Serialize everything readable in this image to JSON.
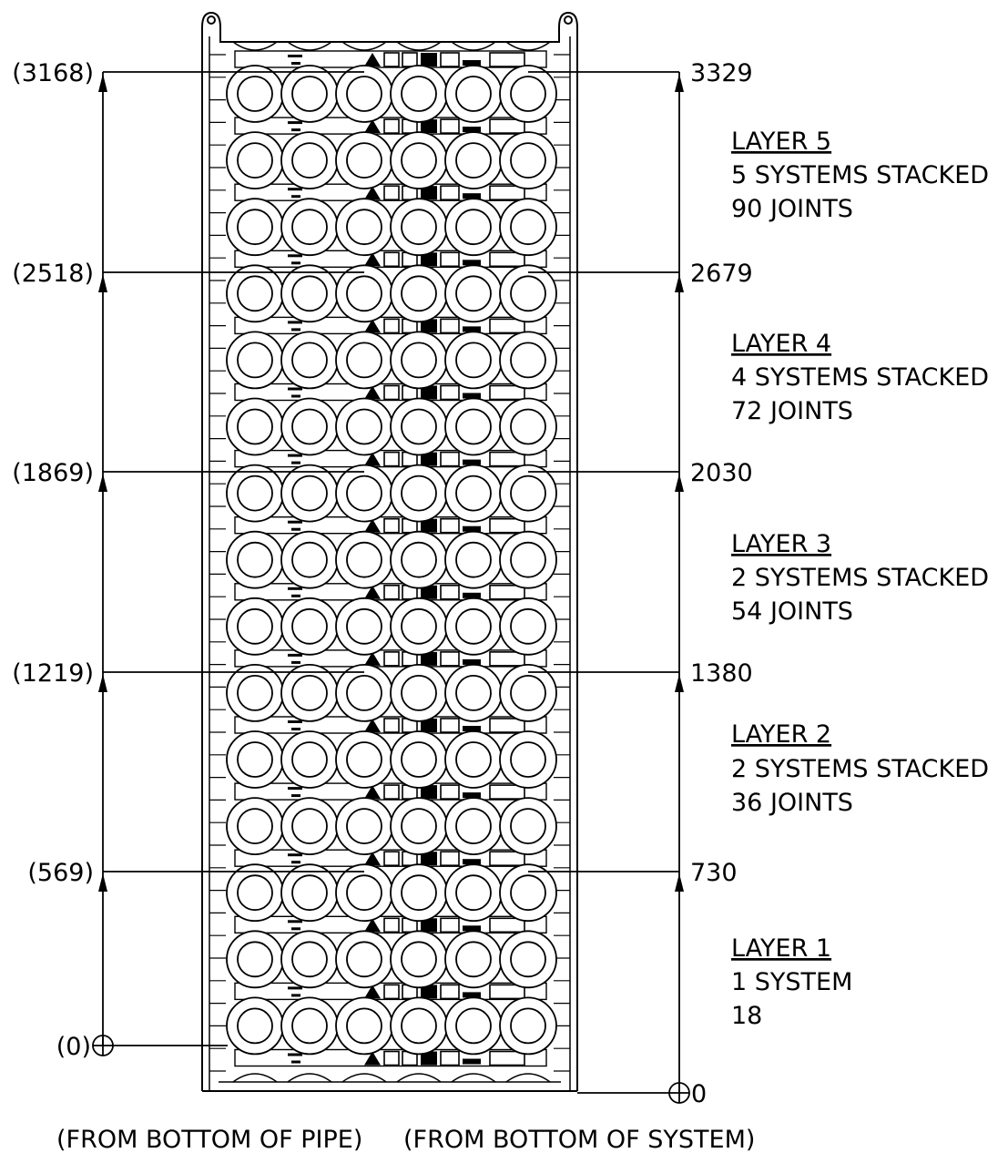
{
  "left_dimensions": [
    "(3168)",
    "(2518)",
    "(1869)",
    "(1219)",
    "(569)",
    "(0)"
  ],
  "right_dimensions": [
    "3329",
    "2679",
    "2030",
    "1380",
    "730",
    "0"
  ],
  "layers": [
    {
      "title": "LAYER 5",
      "line1": "5 SYSTEMS STACKED",
      "line2": "90 JOINTS"
    },
    {
      "title": "LAYER 4",
      "line1": "4 SYSTEMS STACKED",
      "line2": "72 JOINTS"
    },
    {
      "title": "LAYER 3",
      "line1": "2 SYSTEMS STACKED",
      "line2": "54 JOINTS"
    },
    {
      "title": "LAYER 2",
      "line1": "2 SYSTEMS STACKED",
      "line2": "36 JOINTS"
    },
    {
      "title": "LAYER 1",
      "line1": "1 SYSTEM",
      "line2": "18"
    }
  ],
  "footer": {
    "left": "(FROM BOTTOM OF PIPE)",
    "right": "(FROM BOTTOM OF SYSTEM)"
  },
  "pipe_rows": 15,
  "pipes_per_row": 6
}
